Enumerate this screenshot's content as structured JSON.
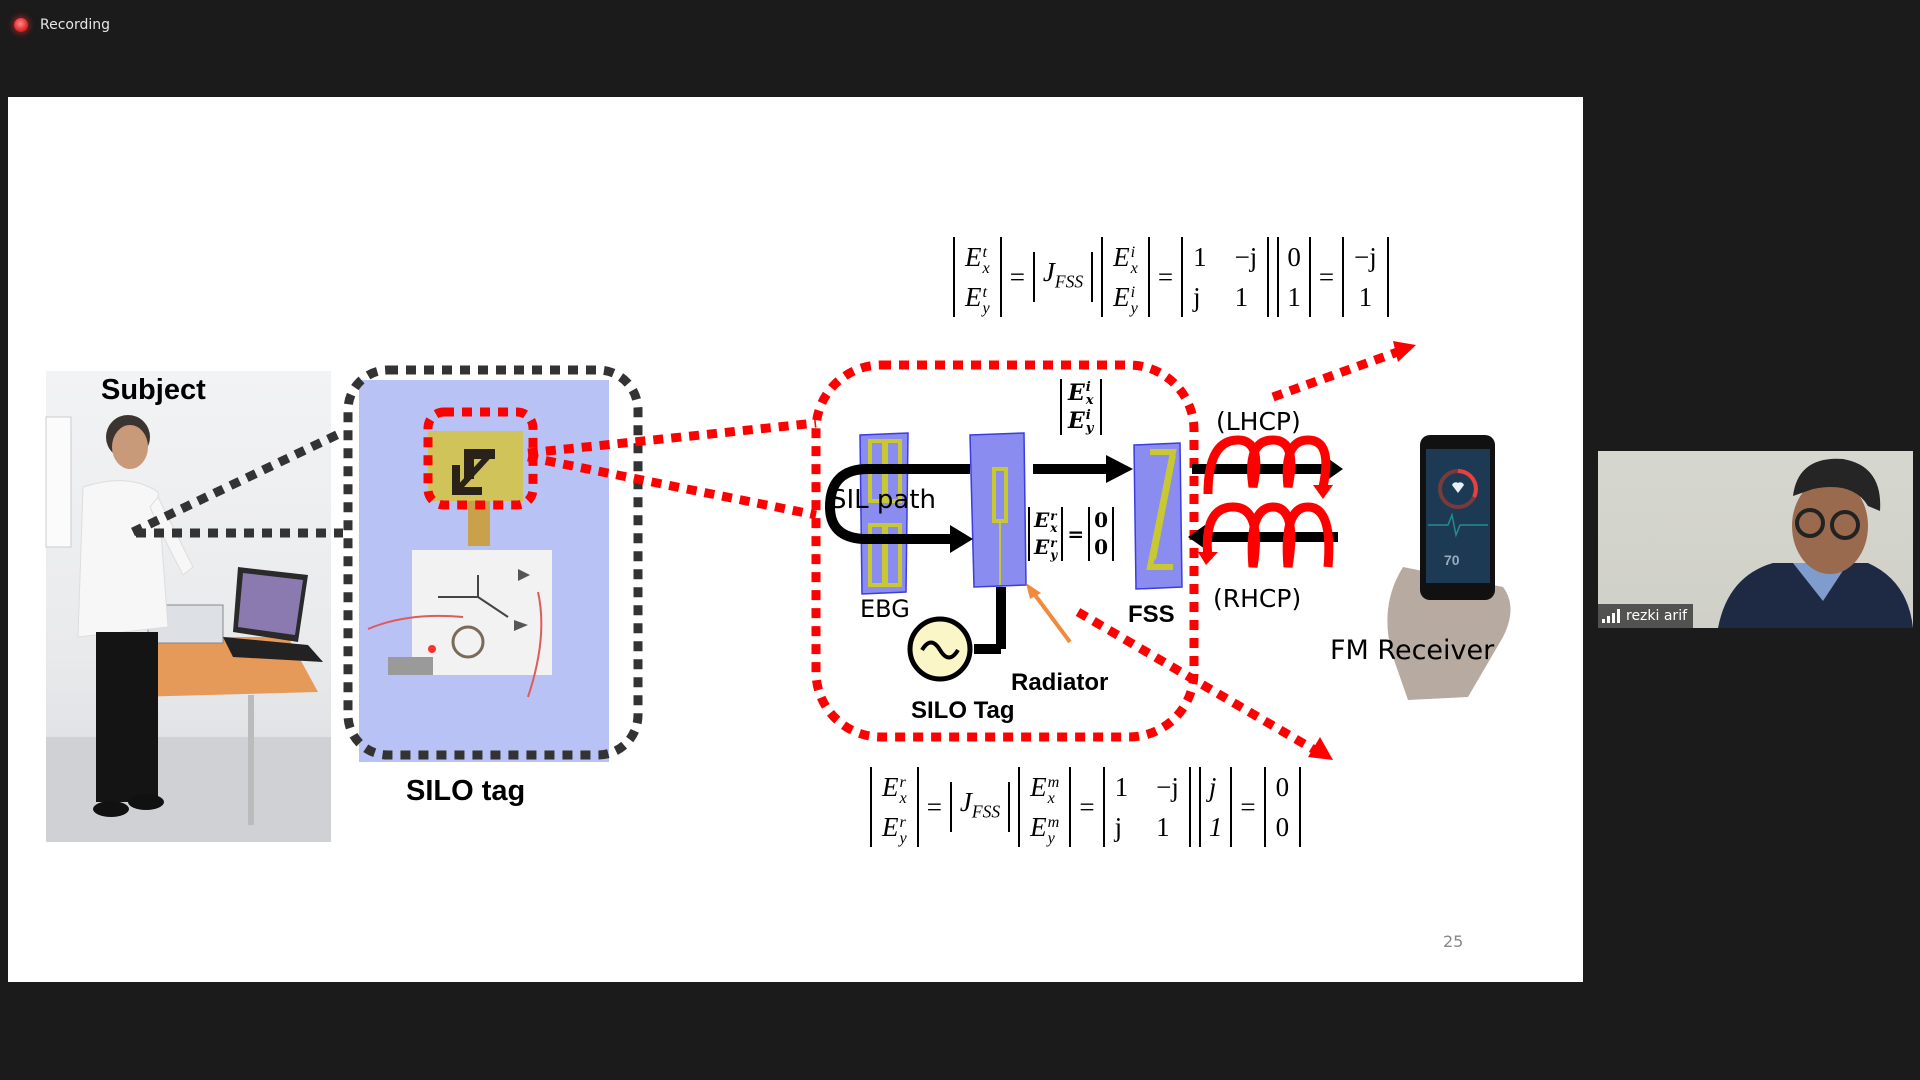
{
  "recording": {
    "label": "Recording",
    "icon": "recording-dot-icon",
    "color": "#e02a2a"
  },
  "slide": {
    "page_number": "25",
    "photo_label": "Subject",
    "tag_label": "SILO tag",
    "diagram": {
      "sil_path": "SIL path",
      "ebg": "EBG",
      "fss": "FSS",
      "radiator": "Radiator",
      "silo_tag": "SILO Tag",
      "lhcp": "(LHCP)",
      "rhcp": "(RHCP)",
      "receiver": "FM Receiver",
      "incident_vector": [
        "E_x^i",
        "E_y^i"
      ],
      "reflected_eq": {
        "lhs": [
          "E_x^r",
          "E_y^r"
        ],
        "rhs": [
          "0",
          "0"
        ]
      },
      "phone_reading": "70"
    },
    "equation_top": {
      "lhs": [
        "E_x^t",
        "E_y^t"
      ],
      "operator": "J_FSS",
      "input": [
        "E_x^i",
        "E_y^i"
      ],
      "matrix": [
        [
          "1",
          "−j"
        ],
        [
          "j",
          "1"
        ]
      ],
      "vector": [
        "0",
        "1"
      ],
      "result": [
        "−j",
        "1"
      ]
    },
    "equation_bottom": {
      "lhs": [
        "E_x^r",
        "E_y^r"
      ],
      "operator": "J_FSS",
      "input": [
        "E_x^m",
        "E_y^m"
      ],
      "matrix": [
        [
          "1",
          "−j"
        ],
        [
          "j",
          "1"
        ]
      ],
      "vector": [
        "j",
        "1"
      ],
      "result": [
        "0",
        "0"
      ]
    },
    "colors": {
      "red_dash": "#ff0000",
      "dark_dash": "#333333",
      "block_blue": "#8a8cf0",
      "patch_yellow": "#c8c832",
      "orange_arrow": "#f08a3c"
    }
  },
  "participant": {
    "name": "rezki arif",
    "signal_icon": "signal-bars-icon"
  }
}
